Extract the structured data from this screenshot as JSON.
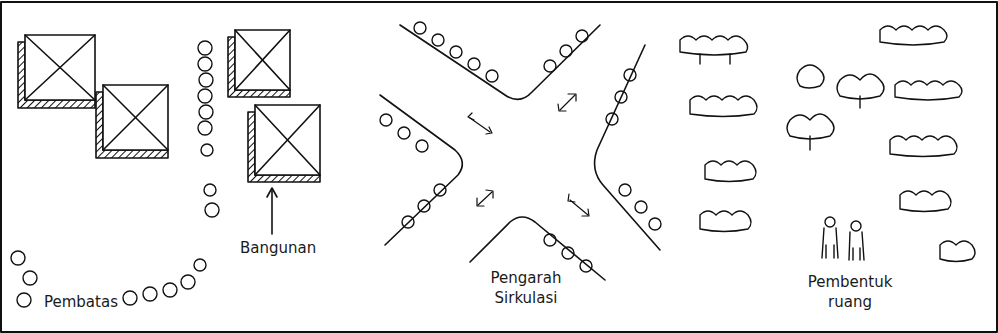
{
  "diagram": {
    "labels": [
      "Pembatas",
      "Bangunan",
      "Pengarah Sirkulasi",
      "Pembentuk ruang"
    ]
  }
}
